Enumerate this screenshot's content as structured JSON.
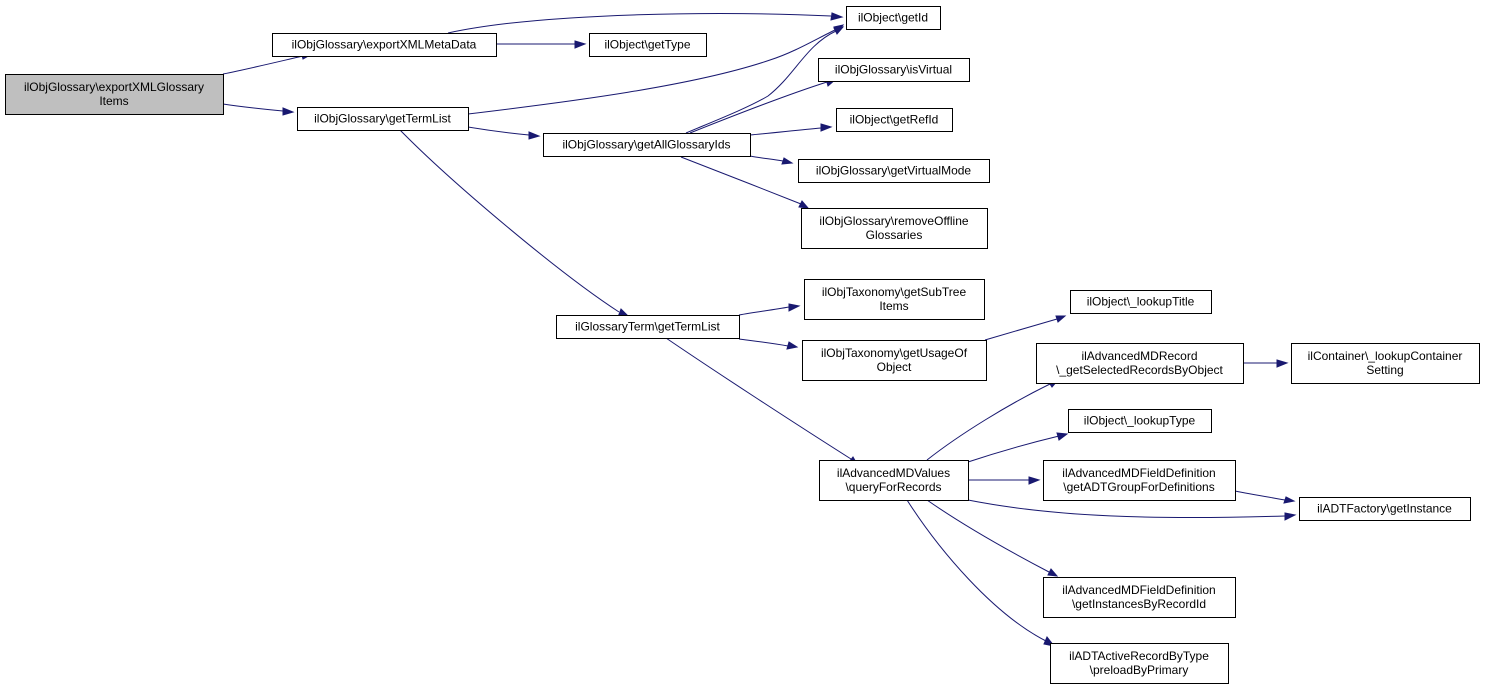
{
  "diagram": {
    "colors": {
      "edge": "#191970",
      "root_fill": "#bfbfbf",
      "node_fill": "#ffffff",
      "border": "#000000"
    },
    "nodes": [
      {
        "id": "root",
        "lines": [
          "ilObjGlossary\\exportXMLGlossary",
          "Items"
        ],
        "highlight": true
      },
      {
        "id": "exportMeta",
        "lines": [
          "ilObjGlossary\\exportXMLMetaData"
        ]
      },
      {
        "id": "getId",
        "lines": [
          "ilObject\\getId"
        ]
      },
      {
        "id": "getType",
        "lines": [
          "ilObject\\getType"
        ]
      },
      {
        "id": "getTermList",
        "lines": [
          "ilObjGlossary\\getTermList"
        ]
      },
      {
        "id": "isVirtual",
        "lines": [
          "ilObjGlossary\\isVirtual"
        ]
      },
      {
        "id": "getRefId",
        "lines": [
          "ilObject\\getRefId"
        ]
      },
      {
        "id": "getAllGlossaryIds",
        "lines": [
          "ilObjGlossary\\getAllGlossaryIds"
        ]
      },
      {
        "id": "getVirtualMode",
        "lines": [
          "ilObjGlossary\\getVirtualMode"
        ]
      },
      {
        "id": "removeOffline",
        "lines": [
          "ilObjGlossary\\removeOffline",
          "Glossaries"
        ]
      },
      {
        "id": "subTree",
        "lines": [
          "ilObjTaxonomy\\getSubTree",
          "Items"
        ]
      },
      {
        "id": "termGetTermList",
        "lines": [
          "ilGlossaryTerm\\getTermList"
        ]
      },
      {
        "id": "usageOf",
        "lines": [
          "ilObjTaxonomy\\getUsageOf",
          "Object"
        ]
      },
      {
        "id": "lookupTitle",
        "lines": [
          "ilObject\\_lookupTitle"
        ]
      },
      {
        "id": "selRecords",
        "lines": [
          "ilAdvancedMDRecord",
          "\\_getSelectedRecordsByObject"
        ]
      },
      {
        "id": "lookupContainer",
        "lines": [
          "ilContainer\\_lookupContainer",
          "Setting"
        ]
      },
      {
        "id": "lookupType",
        "lines": [
          "ilObject\\_lookupType"
        ]
      },
      {
        "id": "queryForRecords",
        "lines": [
          "ilAdvancedMDValues",
          "\\queryForRecords"
        ]
      },
      {
        "id": "adtGroup",
        "lines": [
          "ilAdvancedMDFieldDefinition",
          "\\getADTGroupForDefinitions"
        ]
      },
      {
        "id": "adtFactory",
        "lines": [
          "ilADTFactory\\getInstance"
        ]
      },
      {
        "id": "instancesByRecord",
        "lines": [
          "ilAdvancedMDFieldDefinition",
          "\\getInstancesByRecordId"
        ]
      },
      {
        "id": "preload",
        "lines": [
          "ilADTActiveRecordByType",
          "\\preloadByPrimary"
        ]
      }
    ],
    "edges": [
      {
        "from": "root",
        "to": "exportMeta"
      },
      {
        "from": "root",
        "to": "getTermList"
      },
      {
        "from": "exportMeta",
        "to": "getId"
      },
      {
        "from": "exportMeta",
        "to": "getType"
      },
      {
        "from": "getTermList",
        "to": "getId"
      },
      {
        "from": "getTermList",
        "to": "getAllGlossaryIds"
      },
      {
        "from": "getTermList",
        "to": "termGetTermList"
      },
      {
        "from": "getAllGlossaryIds",
        "to": "getId"
      },
      {
        "from": "getAllGlossaryIds",
        "to": "isVirtual"
      },
      {
        "from": "getAllGlossaryIds",
        "to": "getRefId"
      },
      {
        "from": "getAllGlossaryIds",
        "to": "getVirtualMode"
      },
      {
        "from": "getAllGlossaryIds",
        "to": "removeOffline"
      },
      {
        "from": "termGetTermList",
        "to": "subTree"
      },
      {
        "from": "termGetTermList",
        "to": "usageOf"
      },
      {
        "from": "termGetTermList",
        "to": "queryForRecords"
      },
      {
        "from": "usageOf",
        "to": "lookupTitle"
      },
      {
        "from": "queryForRecords",
        "to": "selRecords"
      },
      {
        "from": "queryForRecords",
        "to": "lookupType"
      },
      {
        "from": "queryForRecords",
        "to": "adtGroup"
      },
      {
        "from": "queryForRecords",
        "to": "adtFactory"
      },
      {
        "from": "queryForRecords",
        "to": "instancesByRecord"
      },
      {
        "from": "queryForRecords",
        "to": "preload"
      },
      {
        "from": "selRecords",
        "to": "lookupContainer"
      },
      {
        "from": "adtGroup",
        "to": "adtFactory"
      }
    ]
  }
}
